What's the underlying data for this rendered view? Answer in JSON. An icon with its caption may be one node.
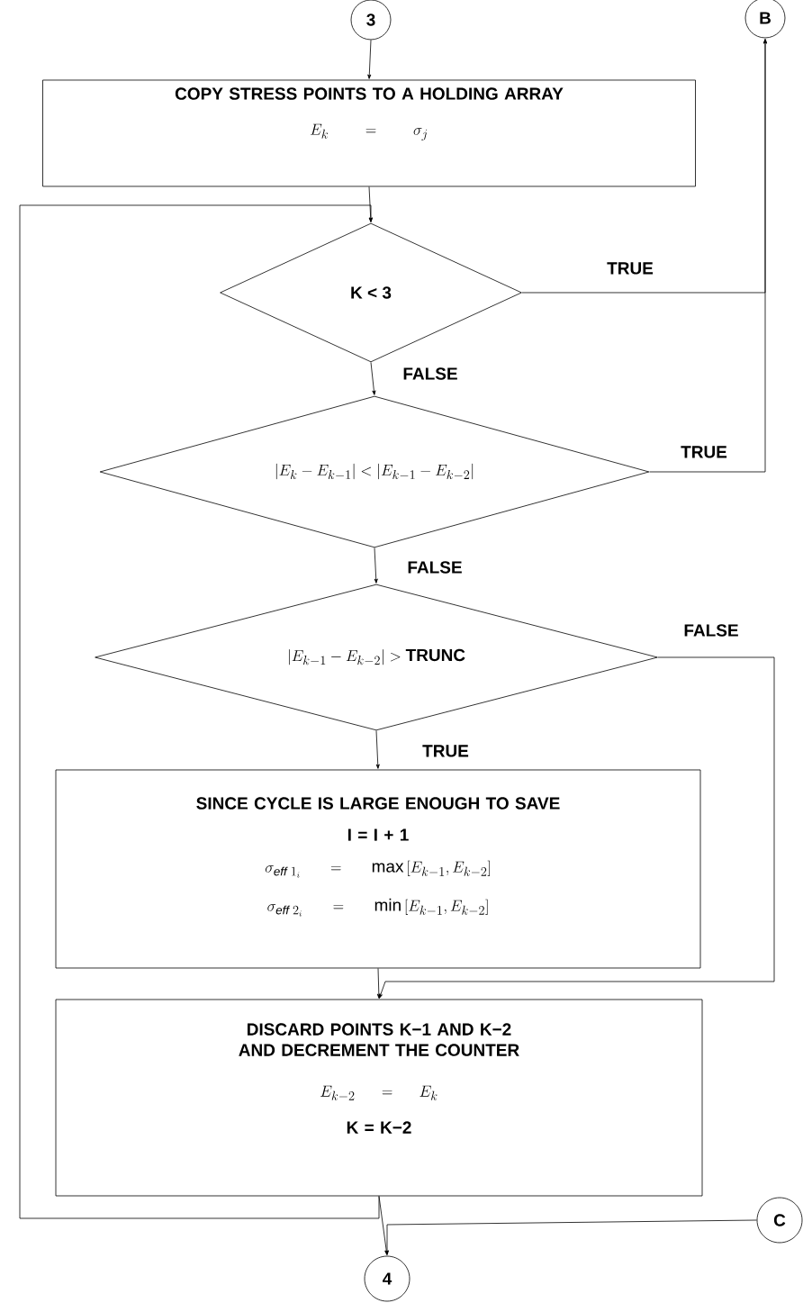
{
  "diagram": {
    "nodes": [
      {
        "text": [
          "3"
        ]
      },
      {
        "text": [
          "B"
        ]
      },
      {
        "text": [
          "COPY STRESS POINTS TO A HOLDING ARRAY",
          "E_k = \\sigma_j"
        ]
      },
      {
        "text": [
          "K  <  3"
        ]
      },
      {
        "text": [
          "|E_k - E_{k-1}| < |E_{k-1} - E_{k-2}|"
        ]
      },
      {
        "text": [
          "|E_{k-1} - E_{k-2}| > \\mathbf{TRUNC}"
        ]
      },
      {
        "text": [
          "SINCE CYCLE IS LARGE ENOUGH TO SAVE",
          "I = I + 1",
          "\\sigma_{\\mathit{eff}\\;1_i} = \\max\\,[E_{k-1}, E_{k-2}]",
          "\\sigma_{\\mathit{eff}\\;2_i} = \\min\\,[E_{k-1}, E_{k-2}]"
        ]
      },
      {
        "text": [
          "DISCARD POINTS K−1 AND K−2 AND DECREMENT THE COUNTER",
          "E_{k-2} = E_k",
          "K = K−2"
        ]
      },
      {
        "text": [
          "C"
        ]
      },
      {
        "text": [
          "4"
        ]
      }
    ],
    "edges": [
      {
        "from": 0,
        "to": 2,
        "arrow": "to"
      },
      {
        "from": 2,
        "to": 3,
        "arrow": "to"
      },
      {
        "from": 3,
        "to": 1,
        "arrow": "to",
        "label": "TRUE"
      },
      {
        "from": 3,
        "to": 4,
        "arrow": "to",
        "label": "FALSE"
      },
      {
        "from": 4,
        "to": 1,
        "arrow": "to",
        "label": "TRUE"
      },
      {
        "from": 4,
        "to": 5,
        "arrow": "to",
        "label": "FALSE"
      },
      {
        "from": 5,
        "to": 7,
        "arrow": "to",
        "label": "FALSE"
      },
      {
        "from": 5,
        "to": 6,
        "arrow": "to",
        "label": "TRUE"
      },
      {
        "from": 6,
        "to": 7,
        "arrow": "to"
      },
      {
        "from": 7,
        "to": 3,
        "arrow": "to"
      },
      {
        "from": 7,
        "to": 9,
        "arrow": "to"
      },
      {
        "from": 8,
        "to": 9,
        "arrow": "to"
      }
    ]
  }
}
